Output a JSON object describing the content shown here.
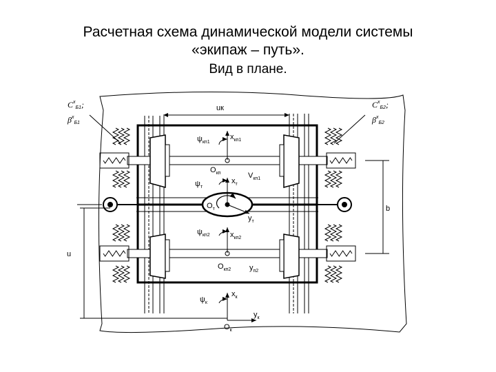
{
  "title": {
    "line1": "Расчетная схема динамической модели системы",
    "line2": "«экипаж – путь».",
    "line3": "Вид в плане."
  },
  "labels": {
    "uk": "uк",
    "psi_kp1": "ψ",
    "psi_kp1_sub": "кп1",
    "x_kp1": "x",
    "x_kp1_sub": "кп1",
    "o_kp": "O",
    "o_kp_sub": "кп",
    "psi_t": "ψ",
    "psi_t_sub": "т",
    "x_t": "x",
    "x_t_sub": "т",
    "v_kp1": "V",
    "v_kp1_sub": "кп1",
    "o_t": "O",
    "o_t_sub": "т",
    "y_t": "y",
    "y_t_sub": "т",
    "psi_kp2": "ψ",
    "psi_kp2_sub": "кп2",
    "x_kp2": "x",
    "x_kp2_sub": "кп2",
    "o_kp2": "O",
    "o_kp2_sub": "кп2",
    "y_p2": "y",
    "y_p2_sub": "п2",
    "psi_k": "ψ",
    "psi_k_sub": "к",
    "x_k": "x",
    "x_k_sub": "к",
    "y_k": "y",
    "y_k_sub": "к",
    "o_k": "O",
    "o_k_sub": "к",
    "b": "b",
    "u": "u",
    "c_b1": "C",
    "c_b1_sub": "Б1",
    "c_b1_sup": "x",
    "beta_b1": "β",
    "beta_b1_sub": "Б1",
    "beta_b1_sup": "x",
    "c_b2": "C",
    "c_b2_sub": "Б2",
    "c_b2_sup": "x",
    "beta_b2": "β",
    "beta_b2_sub": "Б2",
    "beta_b2_sup": "x"
  }
}
